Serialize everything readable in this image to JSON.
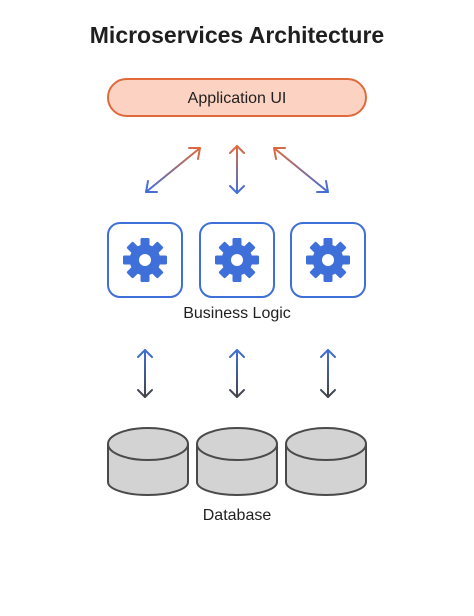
{
  "title": "Microservices Architecture",
  "ui_layer": {
    "label": "Application UI",
    "fill": "#fcd3c2",
    "stroke": "#e06a3c"
  },
  "logic_layer": {
    "label": "Business Logic",
    "service_count": 3,
    "icon": "gear-icon",
    "gear_color": "#3f6fd8",
    "card_stroke": "#3f6fd8"
  },
  "data_layer": {
    "label": "Database",
    "db_count": 3,
    "icon": "database-cylinder-icon",
    "fill": "#d3d3d3",
    "stroke": "#4a4a4a"
  },
  "arrows": {
    "top_color": "#e06a3c",
    "mid_color": "#3f6fd8",
    "bottom_color": "#444444"
  }
}
